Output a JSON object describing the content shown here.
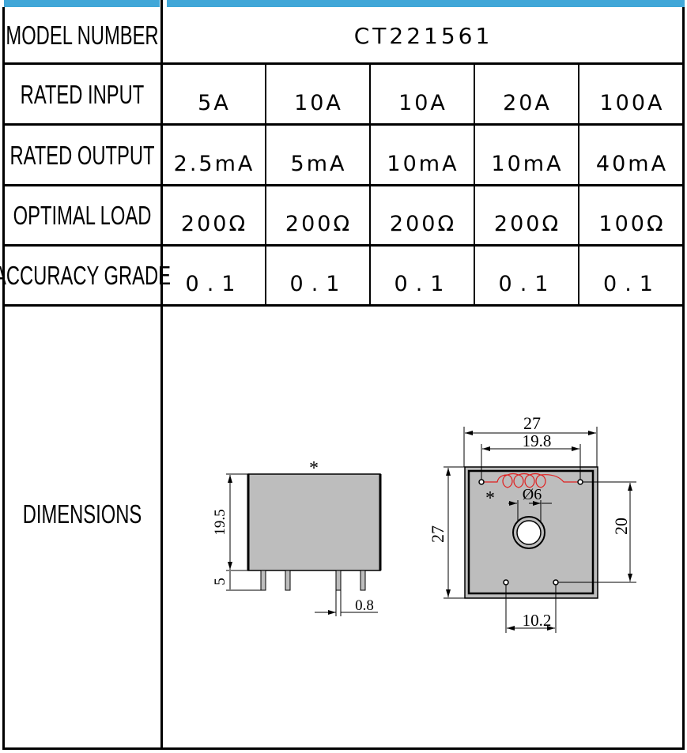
{
  "labels": {
    "model_number": "MODEL NUMBER",
    "rated_input": "RATED INPUT",
    "rated_output": "RATED OUTPUT",
    "optimal_load": "OPTIMAL LOAD",
    "accuracy_grade": "ACCURACY GRADE",
    "dimensions": "DIMENSIONS"
  },
  "model": "CT221561",
  "rated_input": [
    "5A",
    "10A",
    "10A",
    "20A",
    "100A"
  ],
  "rated_output": [
    "2.5mA",
    "5mA",
    "10mA",
    "10mA",
    "40mA"
  ],
  "optimal_load": [
    "200Ω",
    "200Ω",
    "200Ω",
    "200Ω",
    "100Ω"
  ],
  "accuracy_grade": [
    "0.1",
    "0.1",
    "0.1",
    "0.1",
    "0.1"
  ],
  "dimensions": {
    "side_height": "19.5",
    "pin_length": "5",
    "pin_width": "0.8",
    "polarity_mark": "*",
    "width": "27",
    "pin_spacing_top": "19.8",
    "height": "27",
    "hole_diameter": "Ø6",
    "pin_spacing_vertical": "20",
    "pin_spacing_bottom": "10.2"
  },
  "colors": {
    "accent_bar": "#41a7d8",
    "coil": "#e02020",
    "body": "#bdbdbd"
  }
}
